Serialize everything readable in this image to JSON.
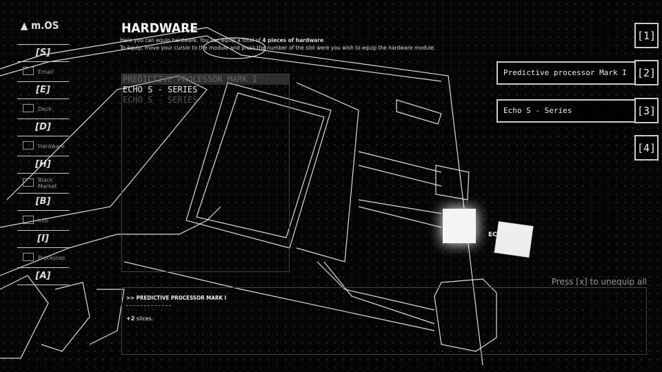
{
  "logo": "m.OS",
  "menu": [
    {
      "key": "[S]",
      "label": ""
    },
    {
      "key": "[E]",
      "label": "Email",
      "icon": "mail-icon"
    },
    {
      "key": "[D]",
      "label": "Deck",
      "icon": "stack-icon"
    },
    {
      "key": "[H]",
      "label": "Hardware",
      "icon": "stack-icon"
    },
    {
      "key": "[B]",
      "label": "Black Market",
      "icon": "stack-icon"
    },
    {
      "key": "[I]",
      "label": "Info",
      "icon": "stack-icon"
    },
    {
      "key": "[A]",
      "label": "Processes",
      "icon": "stack-icon"
    }
  ],
  "header": {
    "title": "HARDWARE",
    "line1_pre": "Here you can equip hardware. You can equip a total of ",
    "line1_bold": "4 pieces of hardware",
    "line1_post": ".",
    "line2": "To equip, move your cursor to the module and press the number of the slot were you wish to equip the hardware module."
  },
  "list": [
    "PREDICTIVE PROCESSOR MARK I",
    "ECHO S - SERIES",
    "ECHO S - SERIES"
  ],
  "slots": [
    {
      "num": "[1]",
      "label": ""
    },
    {
      "num": "[2]",
      "label": "Predictive processor Mark I"
    },
    {
      "num": "[3]",
      "label": "Echo S - Series"
    },
    {
      "num": "[4]",
      "label": ""
    }
  ],
  "unequip": "Press [x] to unequip all",
  "info": {
    "title": ">> PREDICTIVE PROCESSOR MARK I",
    "bonus_bold": "+2",
    "bonus_text": " slices."
  },
  "board_label": "ECHO"
}
